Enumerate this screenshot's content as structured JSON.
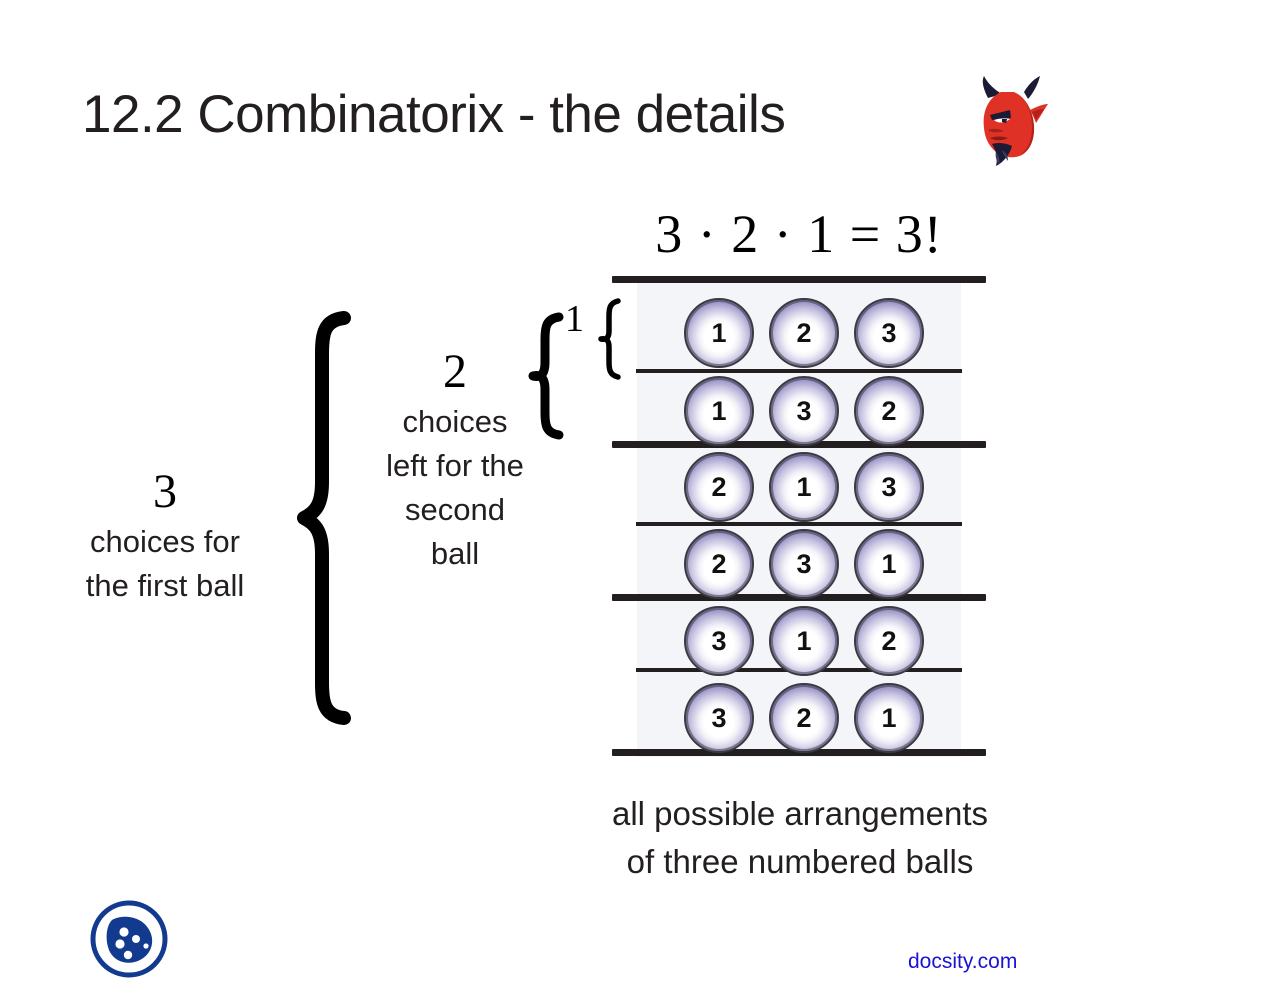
{
  "slide": {
    "title": "12.2 Combinatorix - the details",
    "formula": "3 · 2 · 1 = 3!",
    "caption_line1": "all possible arrangements",
    "caption_line2": "of three numbered balls"
  },
  "icons": {
    "devil": "devil-head-icon",
    "logo": "docsity-cookie-logo"
  },
  "annotations": {
    "first": {
      "number": "3",
      "line1": "choices for",
      "line2": "the first ball"
    },
    "second": {
      "number": "2",
      "line1": "choices",
      "line2": "left for the",
      "line3": "second",
      "line4": "ball"
    },
    "third": {
      "number": "1"
    }
  },
  "arrangements": {
    "rows": [
      {
        "balls": [
          "1",
          "2",
          "3"
        ]
      },
      {
        "balls": [
          "1",
          "3",
          "2"
        ]
      },
      {
        "balls": [
          "2",
          "1",
          "3"
        ]
      },
      {
        "balls": [
          "2",
          "3",
          "1"
        ]
      },
      {
        "balls": [
          "3",
          "1",
          "2"
        ]
      },
      {
        "balls": [
          "3",
          "2",
          "1"
        ]
      }
    ]
  },
  "footer": {
    "watermark": "docsity.com"
  },
  "colors": {
    "text": "#231f20",
    "watermark": "#1a14d2",
    "logo": "#123a8f",
    "devil_red": "#e03127",
    "ball_edge": "#6f68a8",
    "table_bg": "#f4f5f8",
    "rule": "#231f20"
  }
}
